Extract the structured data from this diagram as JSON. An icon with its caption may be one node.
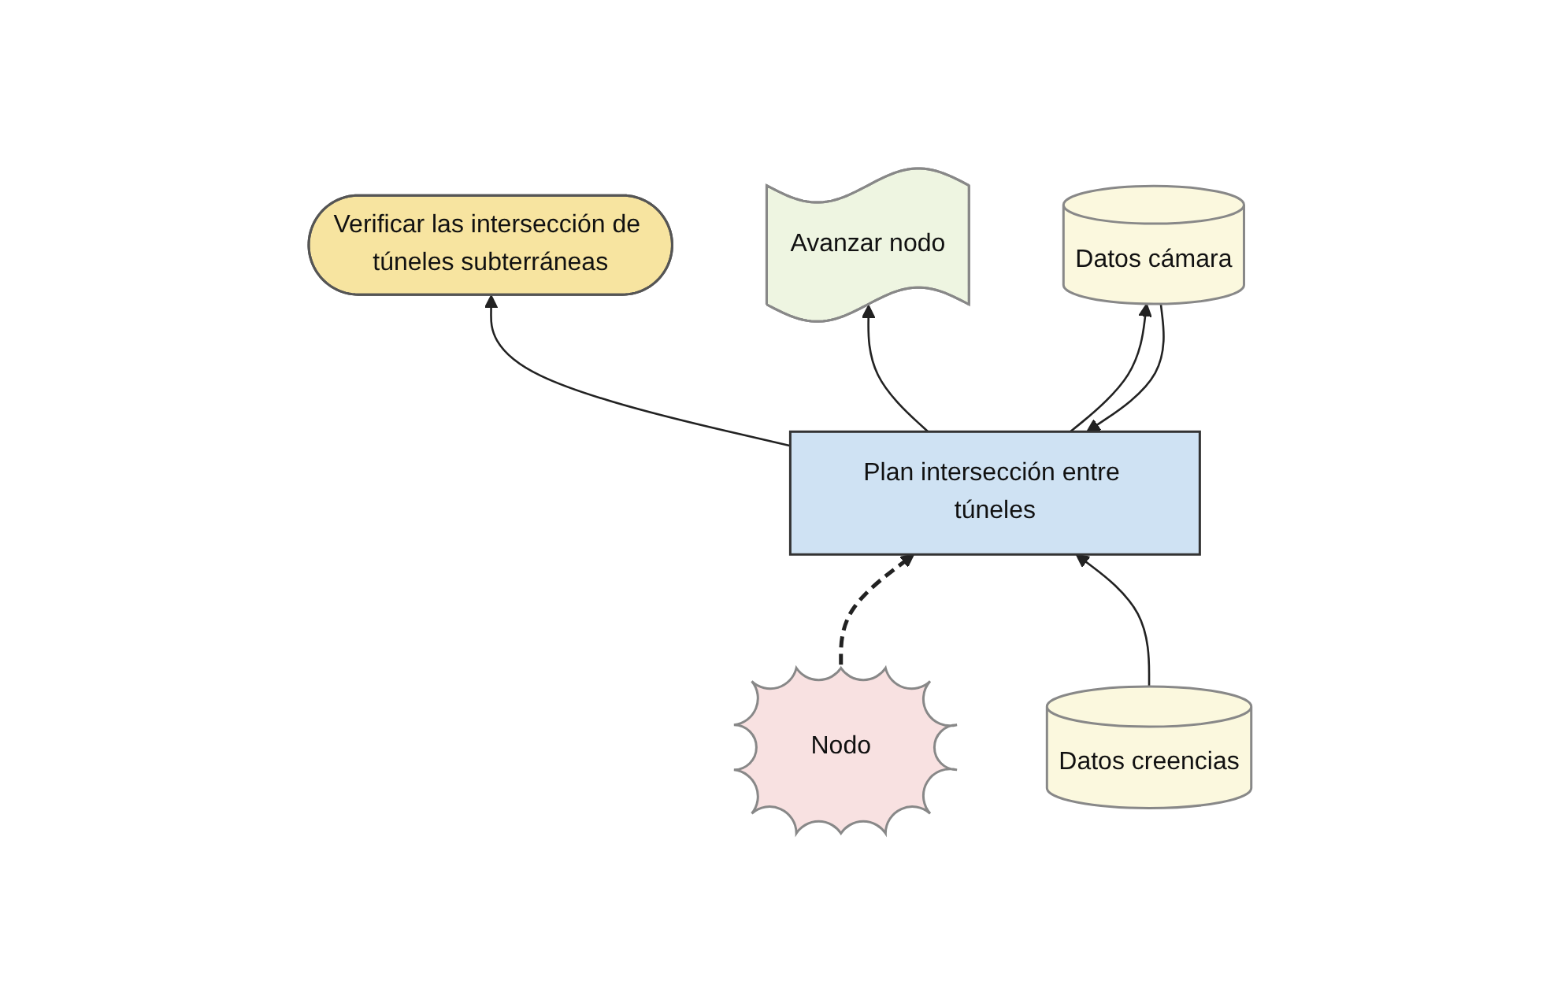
{
  "diagram": {
    "nodes": [
      {
        "text": [
          "Verificar las intersección de túneles subterráneas"
        ]
      },
      {
        "text": [
          "Nodo"
        ]
      },
      {
        "text": [
          "Plan intersección entre túneles"
        ]
      },
      {
        "text": [
          "Avanzar nodo"
        ]
      },
      {
        "text": [
          "Datos creencias"
        ]
      },
      {
        "text": [
          "Datos cámara"
        ]
      }
    ],
    "edges": [
      {
        "from": 2,
        "to": 0,
        "arrow": "to"
      },
      {
        "from": 1,
        "to": 2,
        "arrow": "to",
        "style": "dashed"
      },
      {
        "from": 2,
        "to": 3,
        "arrow": "to"
      },
      {
        "from": 4,
        "to": 2,
        "arrow": "to"
      },
      {
        "from": 5,
        "to": 2,
        "arrow": "to"
      },
      {
        "from": 2,
        "to": 5,
        "arrow": "to"
      }
    ]
  }
}
